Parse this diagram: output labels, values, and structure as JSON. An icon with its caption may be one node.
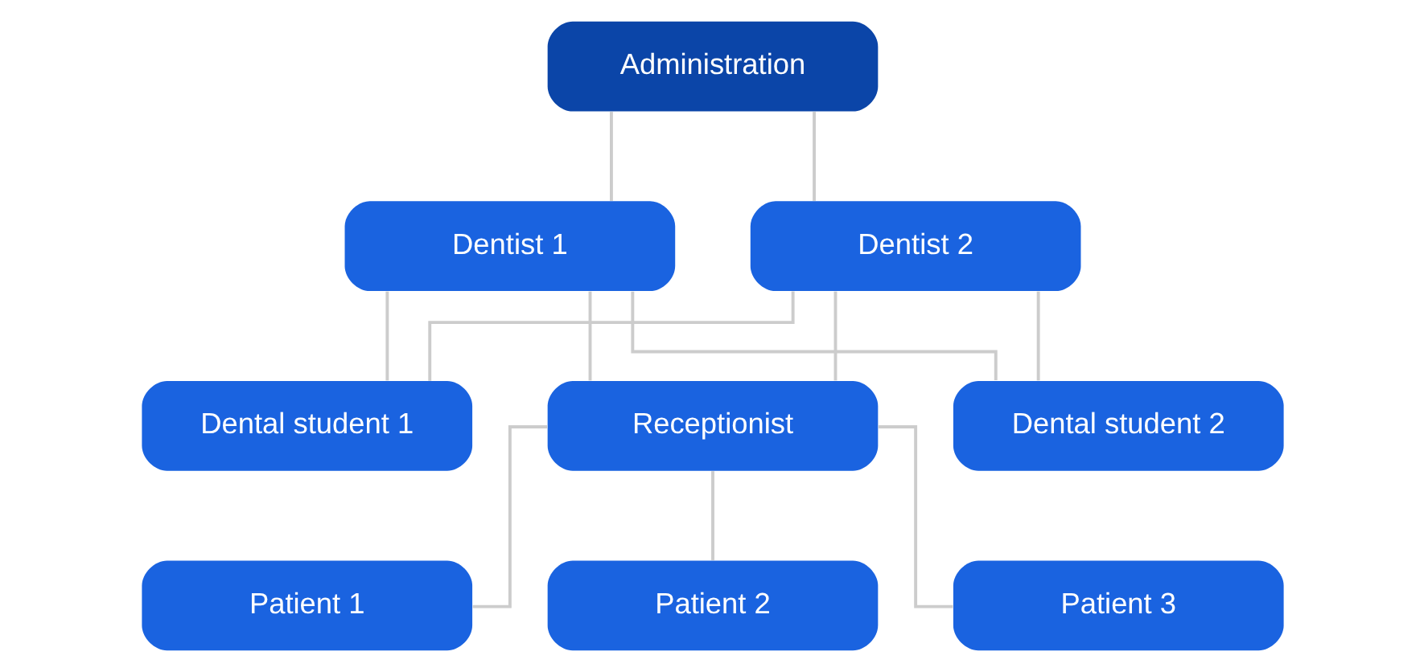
{
  "diagram": {
    "nodes": [
      {
        "text": [
          "Administration"
        ]
      },
      {
        "text": [
          "Dentist 1"
        ]
      },
      {
        "text": [
          "Dentist 2"
        ]
      },
      {
        "text": [
          "Dental student 1"
        ]
      },
      {
        "text": [
          "Receptionist"
        ]
      },
      {
        "text": [
          "Dental student 2"
        ]
      },
      {
        "text": [
          "Patient 1"
        ]
      },
      {
        "text": [
          "Patient 2"
        ]
      },
      {
        "text": [
          "Patient 3"
        ]
      }
    ],
    "edges": [
      {
        "from": 0,
        "to": 1,
        "arrow": "none"
      },
      {
        "from": 0,
        "to": 2,
        "arrow": "none"
      },
      {
        "from": 1,
        "to": 3,
        "arrow": "none"
      },
      {
        "from": 1,
        "to": 4,
        "arrow": "none"
      },
      {
        "from": 1,
        "to": 5,
        "arrow": "none"
      },
      {
        "from": 2,
        "to": 3,
        "arrow": "none"
      },
      {
        "from": 2,
        "to": 4,
        "arrow": "none"
      },
      {
        "from": 2,
        "to": 5,
        "arrow": "none"
      },
      {
        "from": 4,
        "to": 6,
        "arrow": "none"
      },
      {
        "from": 4,
        "to": 7,
        "arrow": "none"
      },
      {
        "from": 4,
        "to": 8,
        "arrow": "none"
      }
    ]
  }
}
